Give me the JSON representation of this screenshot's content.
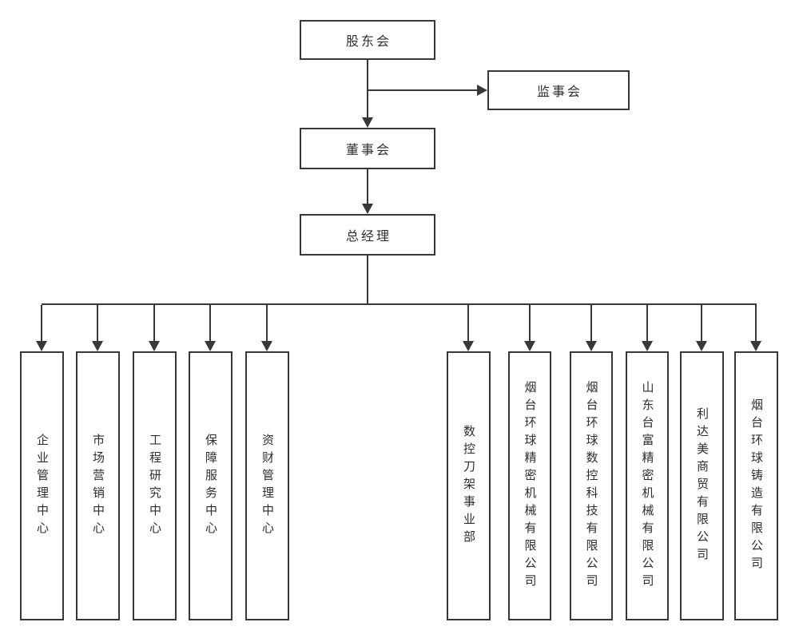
{
  "diagram": {
    "type": "org-chart",
    "nodes": {
      "shareholders": "股东会",
      "supervisory_board": "监事会",
      "board_of_directors": "董事会",
      "general_manager": "总经理"
    },
    "departments": [
      "企业管理中心",
      "市场营销中心",
      "工程研究中心",
      "保障服务中心",
      "资财管理中心"
    ],
    "subsidiaries": [
      "数控刀架事业部",
      "烟台环球精密机械有限公司",
      "烟台环球数控科技有限公司",
      "山东台富精密机械有限公司",
      "利达美商贸有限公司",
      "烟台环球铸造有限公司"
    ]
  },
  "colors": {
    "line": "#383838",
    "text": "#2e2e2e",
    "background": "#ffffff"
  }
}
